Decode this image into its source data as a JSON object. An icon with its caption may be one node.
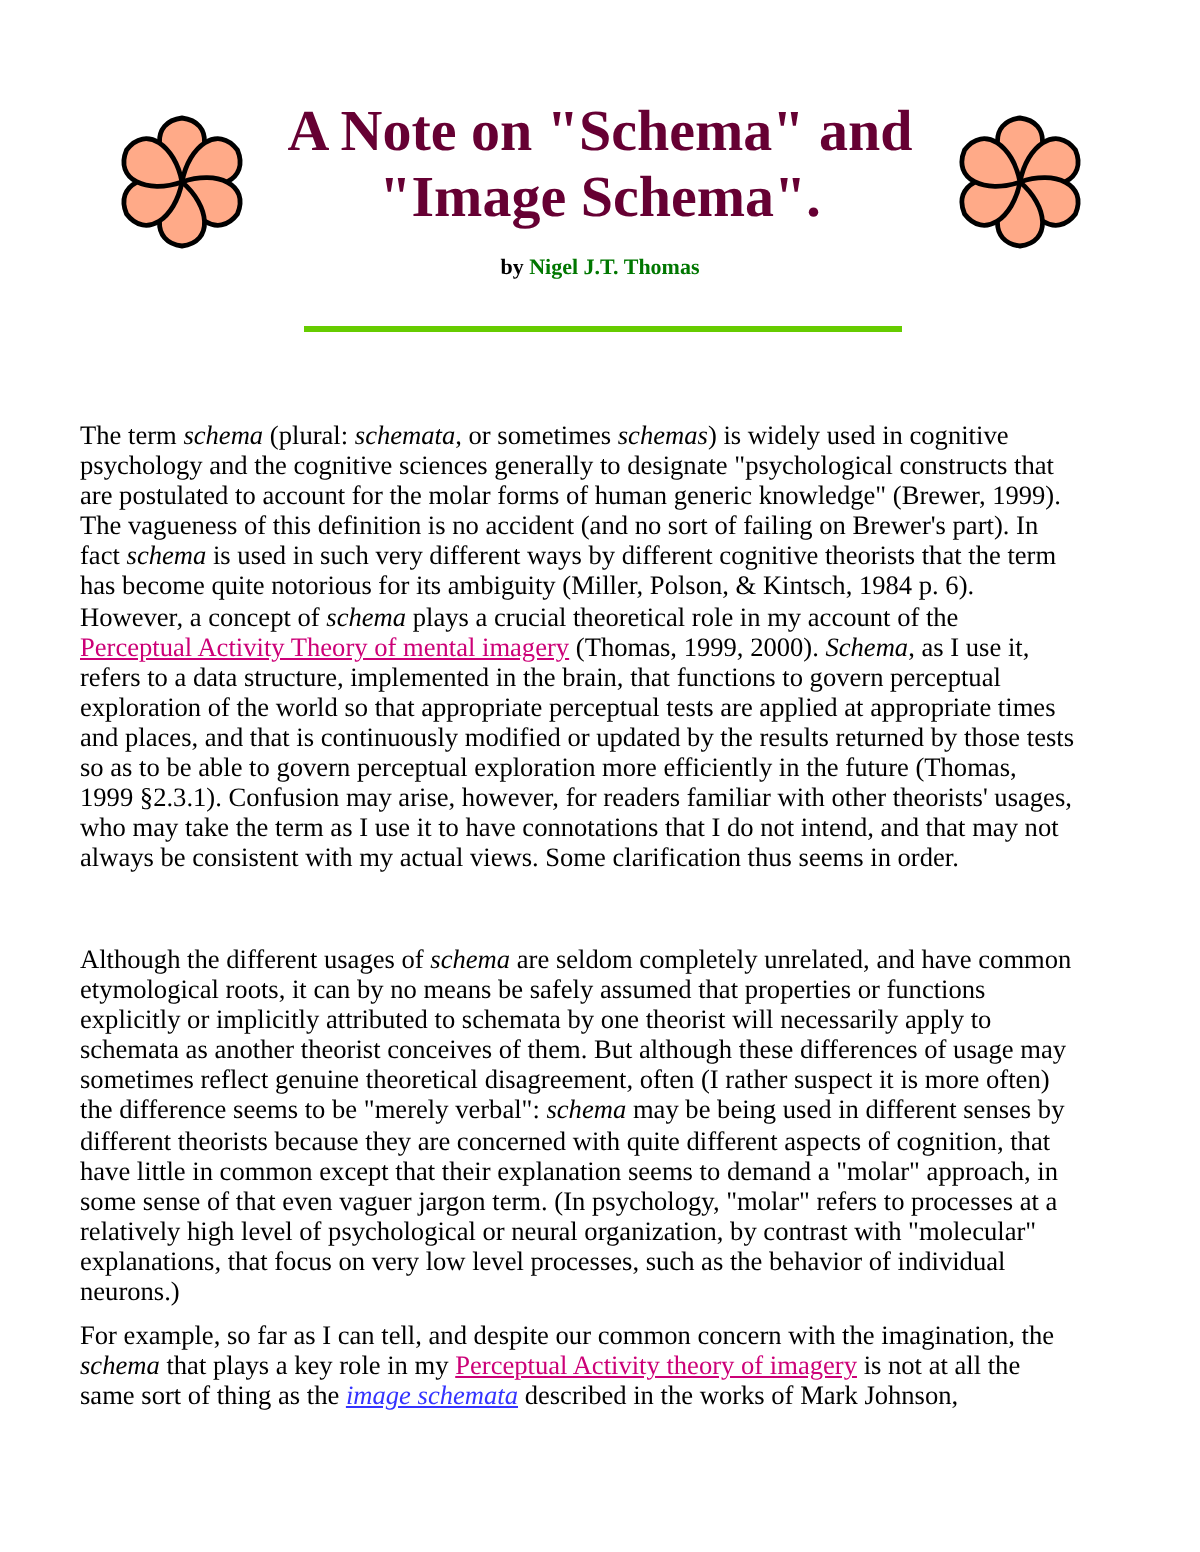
{
  "diagram": {
    "title": "A Note on \"Schema\" and \"Image Schema\".",
    "labels": [
      "by",
      "Nigel J.T. Thomas",
      "The term *schema* (plural: *schemata*, or sometimes *schemas*) is widely used in cognitive psychology and the cognitive sciences generally to designate \"psychological constructs that are postulated to account for the molar forms of human generic knowledge\" (Brewer, 1999). The vagueness of this definition is no accident (and no sort of failing on Brewer's part). In fact *schema* is used in such very different ways by different cognitive theorists that the term has become quite notorious for its ambiguity (Miller, Polson, & Kintsch, 1984 p. 6). However, a concept of *schema* plays a crucial theoretical role in my account of the",
      "Perceptual Activity Theory of mental imagery",
      "(Thomas, 1999, 2000). *Schema*, as I use it, refers to a data structure, implemented in the brain, that functions to govern perceptual exploration of the world so that appropriate perceptual tests are applied at appropriate times and places, and that is continuously modified or updated by the results returned by those tests so as to be able to govern perceptual exploration more efficiently in the future (Thomas, 1999 §2.3.1). Confusion may arise, however, for readers familiar with other theorists' usages, who may take the term as I use it to have connotations that I do not intend, and that may not always be consistent with my actual views. Some clarification thus seems in order.",
      "Although the different usages of *schema* are seldom completely unrelated, and have common etymological roots, it can by no means be safely assumed that properties or functions explicitly or implicitly attributed to schemata by one theorist will necessarily apply to schemata as another theorist conceives of them. But although these differences of usage may sometimes reflect genuine theoretical disagreement, often (I rather suspect it is more often) the difference seems to be \"merely verbal\": *schema* may be being used in different senses by different theorists because they are concerned with quite different aspects of cognition, that have little in common except that their explanation seems to demand a \"molar\" approach, in some sense of that even vaguer jargon term. (In psychology, \"molar\" refers to processes at a relatively high level of psychological or neural organization, by contrast with \"molecular\" explanations, that focus on very low level processes, such as the behavior of individual neurons.)",
      "For example, so far as I can tell, and despite our common concern with the imagination, the *schema* that plays a key role in my",
      "Perceptual Activity theory of imagery",
      "is not at all the same sort of thing as the",
      "image schemata",
      "described in the works of Mark Johnson,"
    ]
  }
}
